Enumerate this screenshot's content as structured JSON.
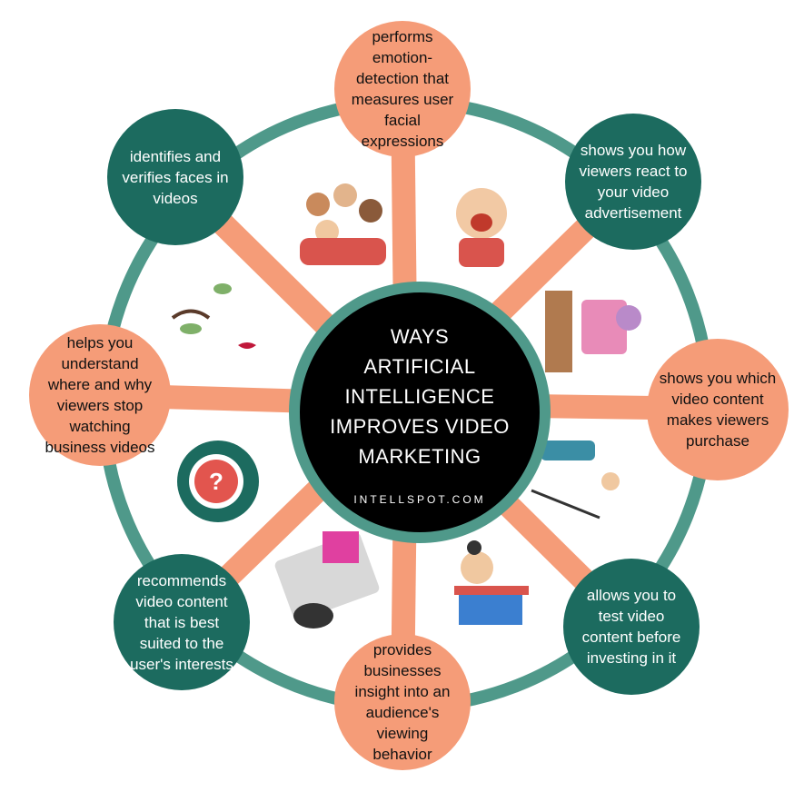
{
  "center": {
    "title_lines": [
      "WAYS",
      "ARTIFICIAL",
      "INTELLIGENCE",
      "IMPROVES VIDEO",
      "MARKETING"
    ],
    "site": "INTELLSPOT.COM"
  },
  "items": [
    {
      "text": "performs emotion-detection that measures user facial expressions"
    },
    {
      "text": "shows you how viewers react to your video advertisement"
    },
    {
      "text": "shows you which video content makes viewers purchase"
    },
    {
      "text": "allows you to test video content before investing in it"
    },
    {
      "text": "provides businesses insight into an audience's viewing behavior"
    },
    {
      "text": "recommends video content that is best suited to the user's interests"
    },
    {
      "text": "helps you understand where and why viewers stop watching business videos"
    },
    {
      "text": "identifies and verifies faces in videos"
    }
  ],
  "colors": {
    "teal": "#1c6b5f",
    "ring": "#4f998a",
    "salmon": "#f59c78",
    "center": "#000000"
  },
  "icons": [
    "group-of-faces-icon",
    "laughing-boy-icon",
    "woman-at-computer-icon",
    "face-closeup-icon",
    "person-at-desk-icon",
    "question-bubble-icon",
    "desk-workspace-icon",
    "girl-at-laptop-icon"
  ]
}
